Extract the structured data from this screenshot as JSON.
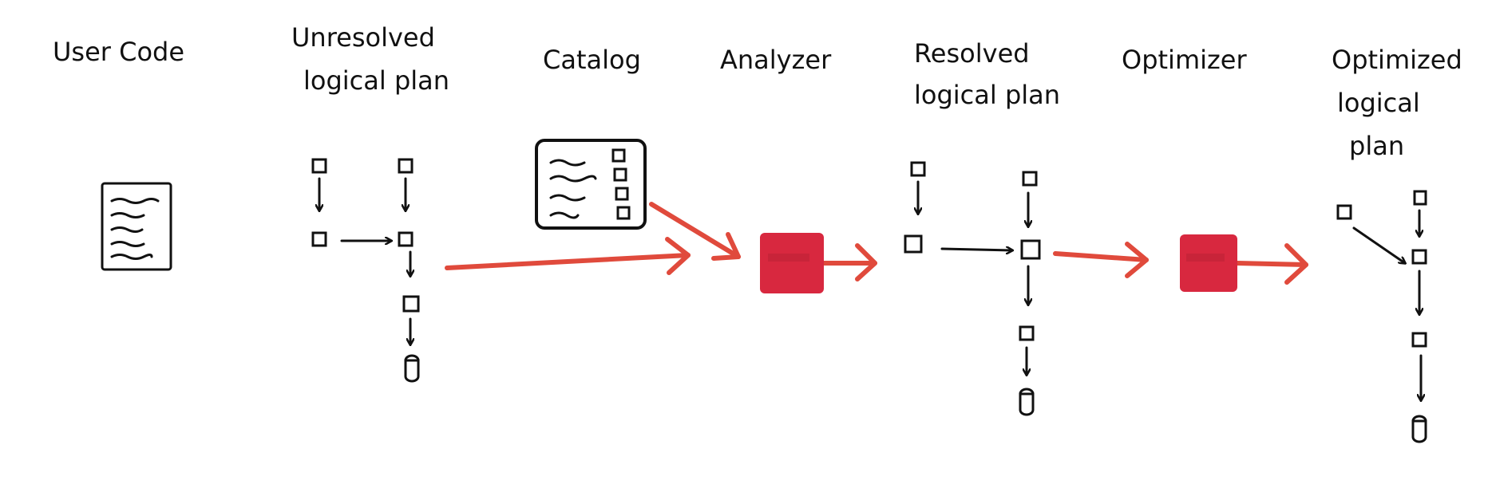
{
  "stages": {
    "user_code": "User Code",
    "unresolved_line1": "Unresolved",
    "unresolved_line2": "logical plan",
    "catalog": "Catalog",
    "analyzer": "Analyzer",
    "resolved_line1": "Resolved",
    "resolved_line2": "logical plan",
    "optimizer": "Optimizer",
    "optimized_line1": "Optimized",
    "optimized_line2": "logical",
    "optimized_line3": "plan"
  },
  "colors": {
    "ink": "#111111",
    "accent_arrow": "#e04a3c",
    "processor_box": "#d8283f"
  }
}
